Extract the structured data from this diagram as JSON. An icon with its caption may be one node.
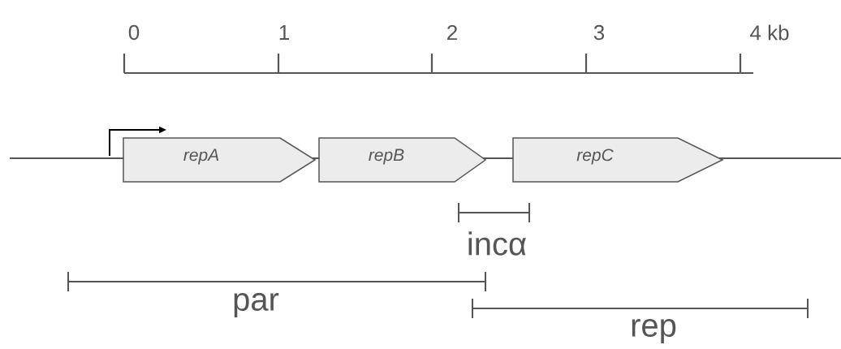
{
  "diagram": {
    "nodes": [
      {
        "text": [
          "repA"
        ]
      },
      {
        "text": [
          "repB"
        ]
      },
      {
        "text": [
          "repC"
        ]
      }
    ],
    "labels": [
      "0",
      "1",
      "2",
      "3",
      "4 kb",
      "incα",
      "par",
      "rep"
    ]
  }
}
